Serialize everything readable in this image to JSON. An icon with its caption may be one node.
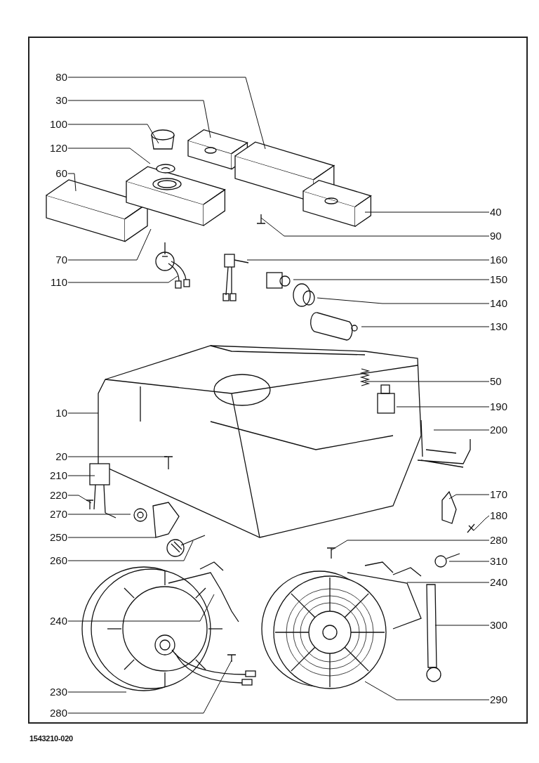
{
  "diagram": {
    "nodes": [
      {
        "text": [
          "80"
        ]
      },
      {
        "text": [
          "30"
        ]
      },
      {
        "text": [
          "100"
        ]
      },
      {
        "text": [
          "120"
        ]
      },
      {
        "text": [
          "60"
        ]
      },
      {
        "text": [
          "70"
        ]
      },
      {
        "text": [
          "110"
        ]
      },
      {
        "text": [
          "10"
        ]
      },
      {
        "text": [
          "20"
        ]
      },
      {
        "text": [
          "210"
        ]
      },
      {
        "text": [
          "220"
        ]
      },
      {
        "text": [
          "270"
        ]
      },
      {
        "text": [
          "250"
        ]
      },
      {
        "text": [
          "260"
        ]
      },
      {
        "text": [
          "240"
        ]
      },
      {
        "text": [
          "230"
        ]
      },
      {
        "text": [
          "280"
        ]
      },
      {
        "text": [
          "40"
        ]
      },
      {
        "text": [
          "90"
        ]
      },
      {
        "text": [
          "160"
        ]
      },
      {
        "text": [
          "150"
        ]
      },
      {
        "text": [
          "140"
        ]
      },
      {
        "text": [
          "130"
        ]
      },
      {
        "text": [
          "50"
        ]
      },
      {
        "text": [
          "190"
        ]
      },
      {
        "text": [
          "200"
        ]
      },
      {
        "text": [
          "170"
        ]
      },
      {
        "text": [
          "180"
        ]
      },
      {
        "text": [
          "280"
        ]
      },
      {
        "text": [
          "310"
        ]
      },
      {
        "text": [
          "240"
        ]
      },
      {
        "text": [
          "300"
        ]
      },
      {
        "text": [
          "290"
        ]
      }
    ],
    "edges": [
      {
        "from": 0,
        "to": null,
        "arrow": "none"
      },
      {
        "from": 1,
        "to": null,
        "arrow": "none"
      },
      {
        "from": 2,
        "to": null,
        "arrow": "none"
      },
      {
        "from": 3,
        "to": null,
        "arrow": "none"
      },
      {
        "from": 4,
        "to": null,
        "arrow": "none"
      },
      {
        "from": 5,
        "to": null,
        "arrow": "none"
      },
      {
        "from": 6,
        "to": null,
        "arrow": "none"
      },
      {
        "from": 7,
        "to": null,
        "arrow": "none"
      },
      {
        "from": 8,
        "to": null,
        "arrow": "none"
      },
      {
        "from": 9,
        "to": null,
        "arrow": "none"
      },
      {
        "from": 10,
        "to": null,
        "arrow": "none"
      },
      {
        "from": 11,
        "to": null,
        "arrow": "none"
      },
      {
        "from": 12,
        "to": null,
        "arrow": "none"
      },
      {
        "from": 13,
        "to": null,
        "arrow": "none"
      },
      {
        "from": 14,
        "to": null,
        "arrow": "none"
      },
      {
        "from": 15,
        "to": null,
        "arrow": "none"
      },
      {
        "from": 16,
        "to": null,
        "arrow": "none"
      },
      {
        "from": 17,
        "to": null,
        "arrow": "none"
      },
      {
        "from": 18,
        "to": null,
        "arrow": "none"
      },
      {
        "from": 19,
        "to": null,
        "arrow": "none"
      },
      {
        "from": 20,
        "to": null,
        "arrow": "none"
      },
      {
        "from": 21,
        "to": null,
        "arrow": "none"
      },
      {
        "from": 22,
        "to": null,
        "arrow": "none"
      },
      {
        "from": 23,
        "to": null,
        "arrow": "none"
      },
      {
        "from": 24,
        "to": null,
        "arrow": "none"
      },
      {
        "from": 25,
        "to": null,
        "arrow": "none"
      },
      {
        "from": 26,
        "to": null,
        "arrow": "none"
      },
      {
        "from": 27,
        "to": null,
        "arrow": "none"
      },
      {
        "from": 28,
        "to": null,
        "arrow": "none"
      },
      {
        "from": 29,
        "to": null,
        "arrow": "none"
      },
      {
        "from": 30,
        "to": null,
        "arrow": "none"
      },
      {
        "from": 31,
        "to": null,
        "arrow": "none"
      },
      {
        "from": 32,
        "to": null,
        "arrow": "none"
      }
    ],
    "labels": [
      "1543210-020"
    ]
  }
}
